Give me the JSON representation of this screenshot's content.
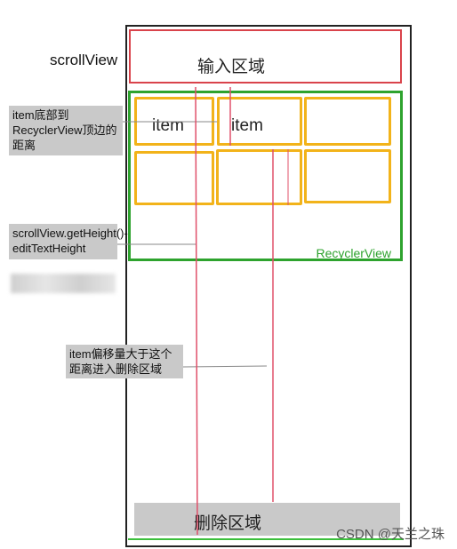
{
  "labels": {
    "scroll_view": "scrollView",
    "input_area": "输入区域",
    "recycler_view": "RecyclerView",
    "item": "item",
    "delete_area": "删除区域",
    "watermark": "CSDN @天兰之珠"
  },
  "notes": {
    "item_bottom": "item底部到RecyclerView顶边的距离",
    "height_formula": "scrollView.getHeight()-editTextHeight",
    "offset_rule": "item偏移量大于这个距离进入删除区域"
  },
  "colors": {
    "input_border": "#d9434b",
    "recycler_border": "#2ea32e",
    "item_border": "#f2b31a",
    "guide_line": "#e0506a",
    "note_bg": "#c9c9c9"
  }
}
